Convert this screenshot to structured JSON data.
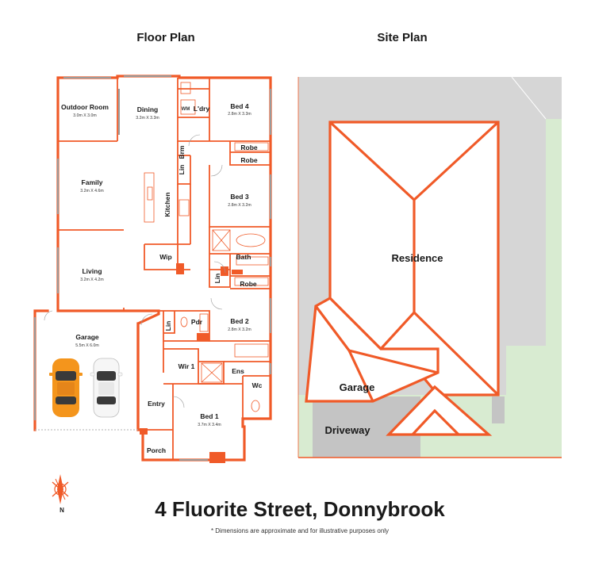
{
  "headings": {
    "floor_plan": "Floor Plan",
    "site_plan": "Site Plan"
  },
  "rooms": {
    "outdoor_room": {
      "name": "Outdoor Room",
      "dims": "3.0m X 3.0m"
    },
    "dining": {
      "name": "Dining",
      "dims": "3.2m X 3.3m"
    },
    "wm": {
      "name": "WM"
    },
    "laundry": {
      "name": "L'dry"
    },
    "bed4": {
      "name": "Bed 4",
      "dims": "2.8m X 3.3m"
    },
    "brm": {
      "name": "Brm"
    },
    "lin_top": {
      "name": "Lin"
    },
    "robe1": {
      "name": "Robe"
    },
    "robe2": {
      "name": "Robe"
    },
    "family": {
      "name": "Family",
      "dims": "3.2m X 4.6m"
    },
    "kitchen": {
      "name": "Kitchen"
    },
    "bed3": {
      "name": "Bed 3",
      "dims": "2.8m X 3.2m"
    },
    "wip": {
      "name": "Wip"
    },
    "bath": {
      "name": "Bath"
    },
    "lin_mid": {
      "name": "Lin"
    },
    "robe3": {
      "name": "Robe"
    },
    "living": {
      "name": "Living",
      "dims": "3.2m X 4.2m"
    },
    "garage": {
      "name": "Garage",
      "dims": "5.5m X 6.0m"
    },
    "lin_low": {
      "name": "Lin"
    },
    "pdr": {
      "name": "Pdr"
    },
    "bed2": {
      "name": "Bed 2",
      "dims": "2.8m X 3.2m"
    },
    "wir1": {
      "name": "Wir 1"
    },
    "ens": {
      "name": "Ens"
    },
    "wc": {
      "name": "Wc"
    },
    "entry": {
      "name": "Entry"
    },
    "bed1": {
      "name": "Bed 1",
      "dims": "3.7m X 3.4m"
    },
    "porch": {
      "name": "Porch"
    }
  },
  "site": {
    "residence": "Residence",
    "garage": "Garage",
    "driveway": "Driveway",
    "colors": {
      "neighbour": "#d6d6d6",
      "lawn": "#d8ebd1",
      "roof_line": "#f05a28",
      "driveway": "#c4c4c4"
    }
  },
  "compass": {
    "label": "N",
    "icon": "north-arrow-icon"
  },
  "address": "4 Fluorite Street, Donnybrook",
  "disclaimer": "* Dimensions are approximate and for illustrative purposes only"
}
